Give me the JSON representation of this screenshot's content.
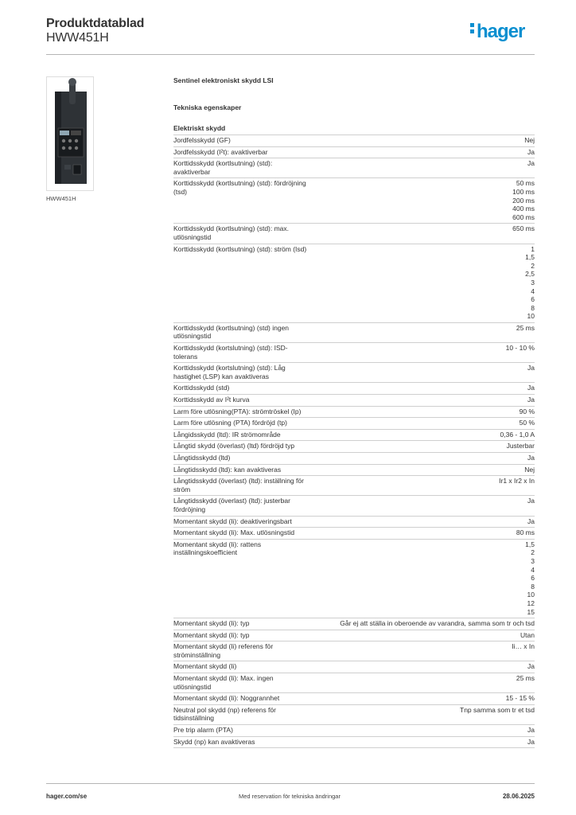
{
  "header": {
    "title": "Produktdatablad",
    "product_code": "HWW451H",
    "logo_text": "hager",
    "logo_color": "#0a8fd0"
  },
  "product_image": {
    "caption": "HWW451H"
  },
  "product_name": "Sentinel elektroniskt skydd LSI",
  "section_title": "Tekniska egenskaper",
  "subsection_title": "Elektriskt skydd",
  "specs": [
    {
      "label": "Jordfelsskydd (GF)",
      "values": [
        "Nej"
      ]
    },
    {
      "label": "Jordfelsskydd (I²t): avaktiverbar",
      "values": [
        "Ja"
      ]
    },
    {
      "label": "Korttidsskydd (kortlsutning) (std): avaktiverbar",
      "values": [
        "Ja"
      ]
    },
    {
      "label": "Korttidsskydd (kortlsutning) (std): fördröjning (tsd)",
      "values": [
        "50 ms",
        "100 ms",
        "200 ms",
        "400 ms",
        "600 ms"
      ]
    },
    {
      "label": "Korttidsskydd (kortlsutning) (std): max. utlösningstid",
      "values": [
        "650 ms"
      ]
    },
    {
      "label": "Korttidsskydd (kortlsutning) (std): ström (Isd)",
      "values": [
        "1",
        "1,5",
        "2",
        "2,5",
        "3",
        "4",
        "6",
        "8",
        "10"
      ]
    },
    {
      "label": "Korttidsskydd (kortlsutning) (std) ingen utlösningstid",
      "values": [
        "25 ms"
      ]
    },
    {
      "label": "Korttidsskydd (kortslutning) (std): ISD-tolerans",
      "values": [
        "10 - 10 %"
      ]
    },
    {
      "label": "Korttidsskydd (kortslutning) (std): Låg hastighet (LSP) kan avaktiveras",
      "values": [
        "Ja"
      ]
    },
    {
      "label": "Korttidsskydd (std)",
      "values": [
        "Ja"
      ]
    },
    {
      "label": "Korttidsskydd av I²t kurva",
      "values": [
        "Ja"
      ]
    },
    {
      "label": "Larm före utlösning(PTA): strömtröskel (Ip)",
      "values": [
        "90 %"
      ]
    },
    {
      "label": "Larm före utlösning (PTA) fördröjd (tp)",
      "values": [
        "50 %"
      ]
    },
    {
      "label": "Långidsskydd (ltd): IR strömområde",
      "values": [
        "0,36 - 1,0 A"
      ]
    },
    {
      "label": "Långtid skydd (överlast) (ltd) fördröjd typ",
      "values": [
        "Justerbar"
      ]
    },
    {
      "label": "Långtidsskydd (ltd)",
      "values": [
        "Ja"
      ]
    },
    {
      "label": "Långtidsskydd (ltd): kan avaktiveras",
      "values": [
        "Nej"
      ]
    },
    {
      "label": "Långtidsskydd (överlast) (ltd): inställning för ström",
      "values": [
        "Ir1 x Ir2 x In"
      ]
    },
    {
      "label": "Långtidsskydd (överlast) (ltd): justerbar fördröjning",
      "values": [
        "Ja"
      ]
    },
    {
      "label": "Momentant skydd (Ii): deaktiveringsbart",
      "values": [
        "Ja"
      ]
    },
    {
      "label": "Momentant skydd (Ii): Max. utlösningstid",
      "values": [
        "80 ms"
      ]
    },
    {
      "label": "Momentant skydd (Ii): rattens inställningskoefficient",
      "values": [
        "1,5",
        "2",
        "3",
        "4",
        "6",
        "8",
        "10",
        "12",
        "15"
      ]
    },
    {
      "label": "Momentant skydd (Ii): typ",
      "values": [
        "Går ej att ställa in oberoende av varandra, samma som tr och tsd"
      ]
    },
    {
      "label": "Momentant skydd (Ii): typ",
      "values": [
        "Utan"
      ]
    },
    {
      "label": "Momentant skydd (Ii) referens för ströminställning",
      "values": [
        "Ii… x In"
      ]
    },
    {
      "label": "Momentant skydd (Ii)",
      "values": [
        "Ja"
      ]
    },
    {
      "label": "Momentant skydd (Ii): Max. ingen utlösningstid",
      "values": [
        "25 ms"
      ]
    },
    {
      "label": "Momentant skydd (Ii): Noggrannhet",
      "values": [
        "15 - 15 %"
      ]
    },
    {
      "label": "Neutral pol skydd (np) referens för tidsinställning",
      "values": [
        "Tnp samma som tr et tsd"
      ]
    },
    {
      "label": "Pre trip alarm (PTA)",
      "values": [
        "Ja"
      ]
    },
    {
      "label": "Skydd (np) kan avaktiveras",
      "values": [
        "Ja"
      ]
    }
  ],
  "footer": {
    "website": "hager.com/se",
    "disclaimer": "Med reservation för tekniska ändringar",
    "date": "28.06.2025"
  }
}
